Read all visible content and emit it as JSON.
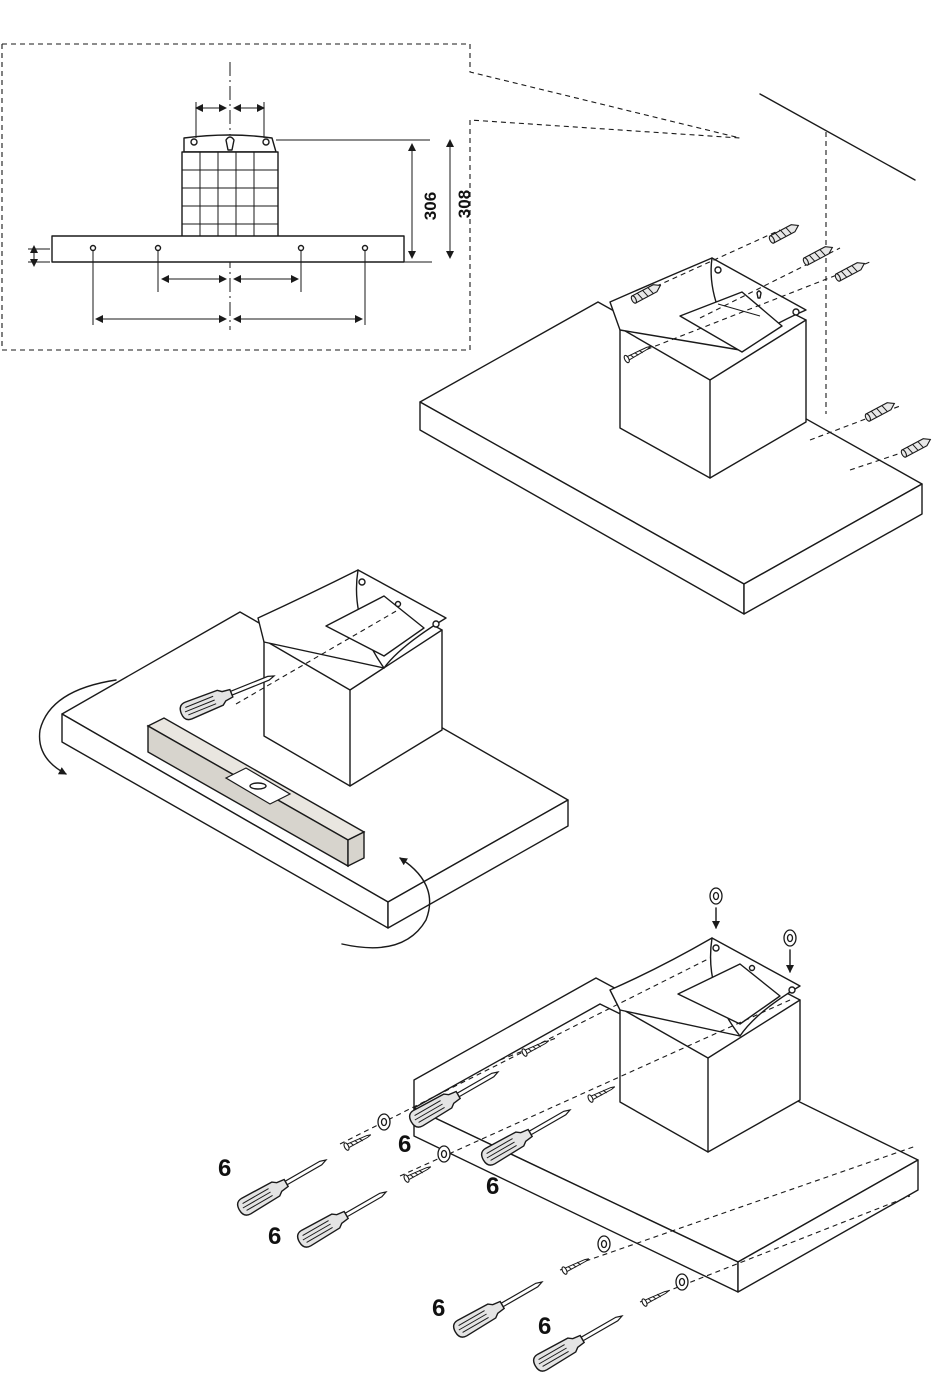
{
  "detail": {
    "dimensions": {
      "height_306": "306",
      "height_308": "308"
    }
  },
  "step_labels": [
    "6",
    "6",
    "6",
    "6",
    "6",
    "6"
  ],
  "icons": {
    "screwdriver": "screwdriver-icon",
    "wall_plug": "wall-plug-icon",
    "washer": "washer-icon",
    "rotate_arrow": "rotate-arrow-icon",
    "spirit_level": "spirit-level-icon"
  }
}
